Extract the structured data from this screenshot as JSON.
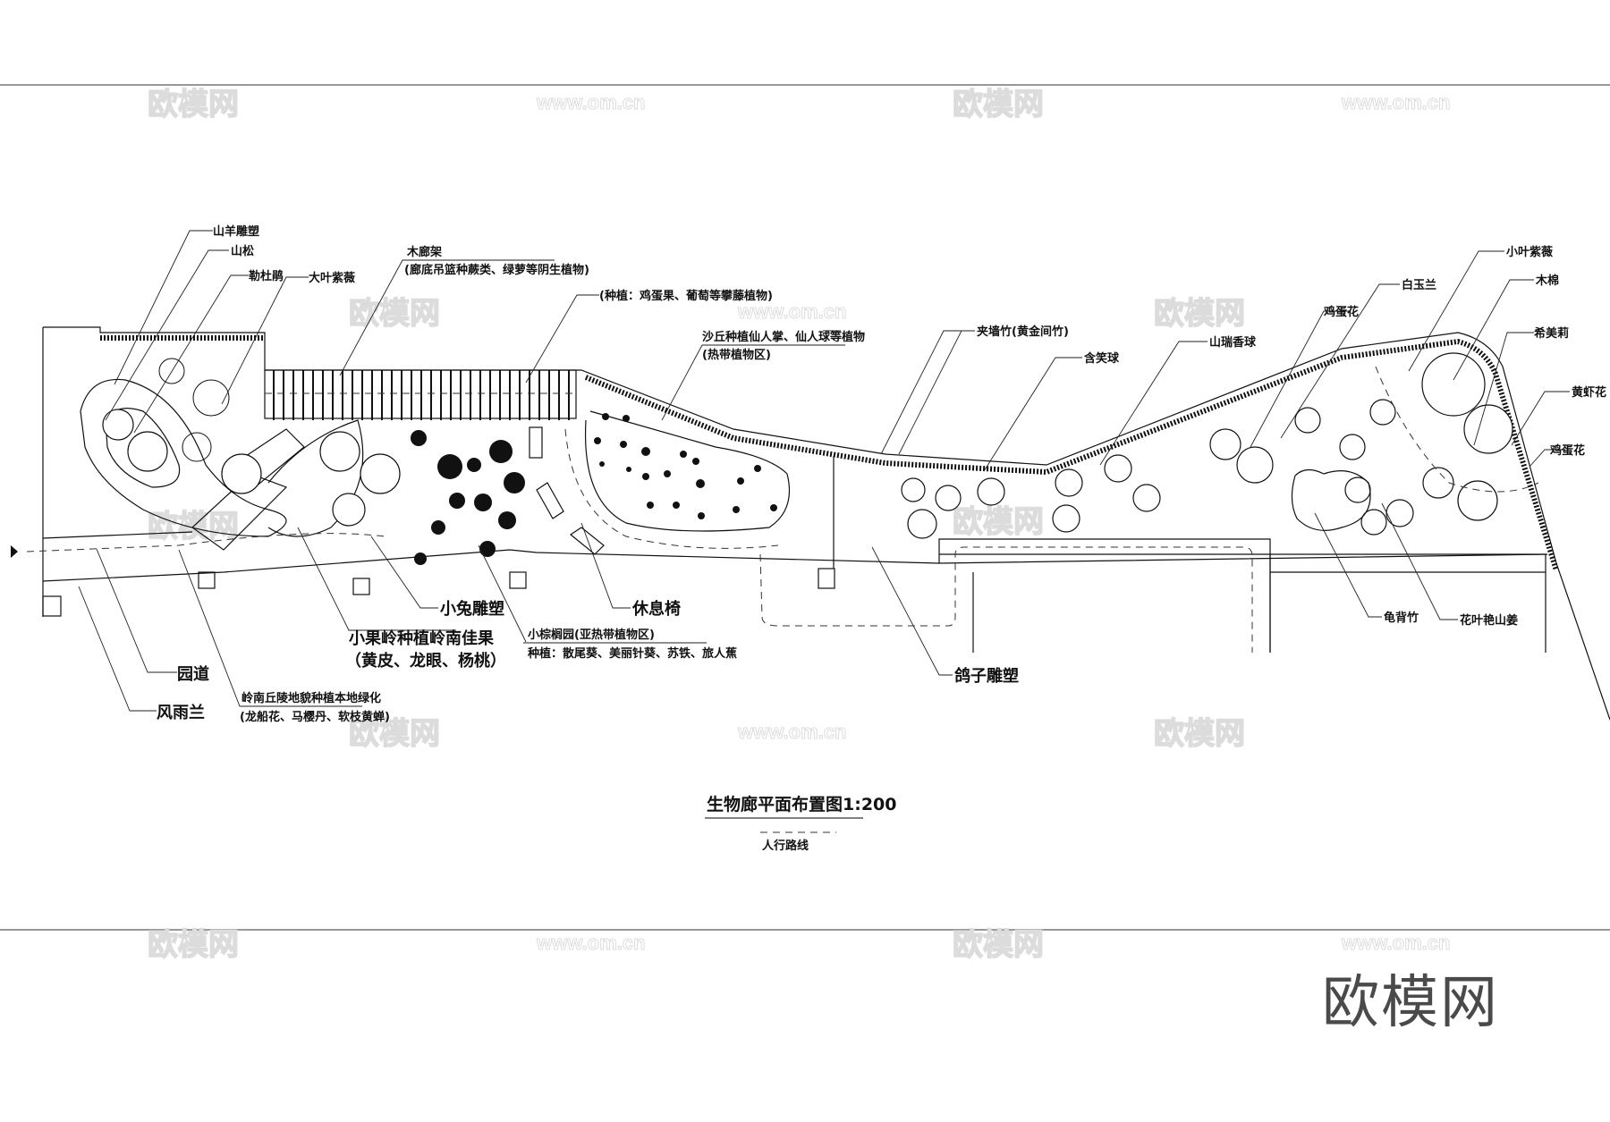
{
  "drawing": {
    "title": "生物廊平面布置图1:200",
    "legend_path_label": "人行路线",
    "brand_watermark": "欧模网",
    "watermark_logo": "欧模网",
    "watermark_url": "www.om.cn"
  },
  "labels": {
    "goat_sculpture": "山羊雕塑",
    "mountain_pine": "山松",
    "azalea": "勒杜鹃",
    "large_crape_myrtle": "大叶紫薇",
    "wood_pergola": "木廊架",
    "wood_pergola_note": "(廊底吊篮种蕨类、绿萝等阴生植物)",
    "climbing_note": "(种植：鸡蛋果、葡萄等攀藤植物)",
    "dune_note": "沙丘种植仙人掌、仙人球等植物",
    "tropical_zone": "(热带植物区)",
    "wall_bamboo": "夹墙竹(黄金间竹)",
    "michelia_ball": "含笑球",
    "gardenia_ball": "山瑞香球",
    "frangipani_1": "鸡蛋花",
    "white_magnolia": "白玉兰",
    "small_crape_myrtle": "小叶紫薇",
    "kapok": "木棉",
    "hamelia": "希美莉",
    "shrimp_plant": "黄虾花",
    "frangipani_2": "鸡蛋花",
    "monstera": "龟背竹",
    "variegated_ginger": "花叶艳山姜",
    "pigeon_sculpture": "鸽子雕塑",
    "bench": "休息椅",
    "palm_garden": "小棕榈园(亚热带植物区)",
    "palm_planting": "种植：散尾葵、美丽针葵、苏铁、旅人蕉",
    "rabbit_sculpture": "小兔雕塑",
    "fruit_hill": "小果岭种植岭南佳果",
    "fruit_list": "（黄皮、龙眼、杨桃）",
    "hill_landscape": "岭南丘陵地貌种植本地绿化",
    "hill_plants": "(龙船花、马樱丹、软枝黄蝉)",
    "garden_path": "园道",
    "rain_orchid": "风雨兰"
  }
}
